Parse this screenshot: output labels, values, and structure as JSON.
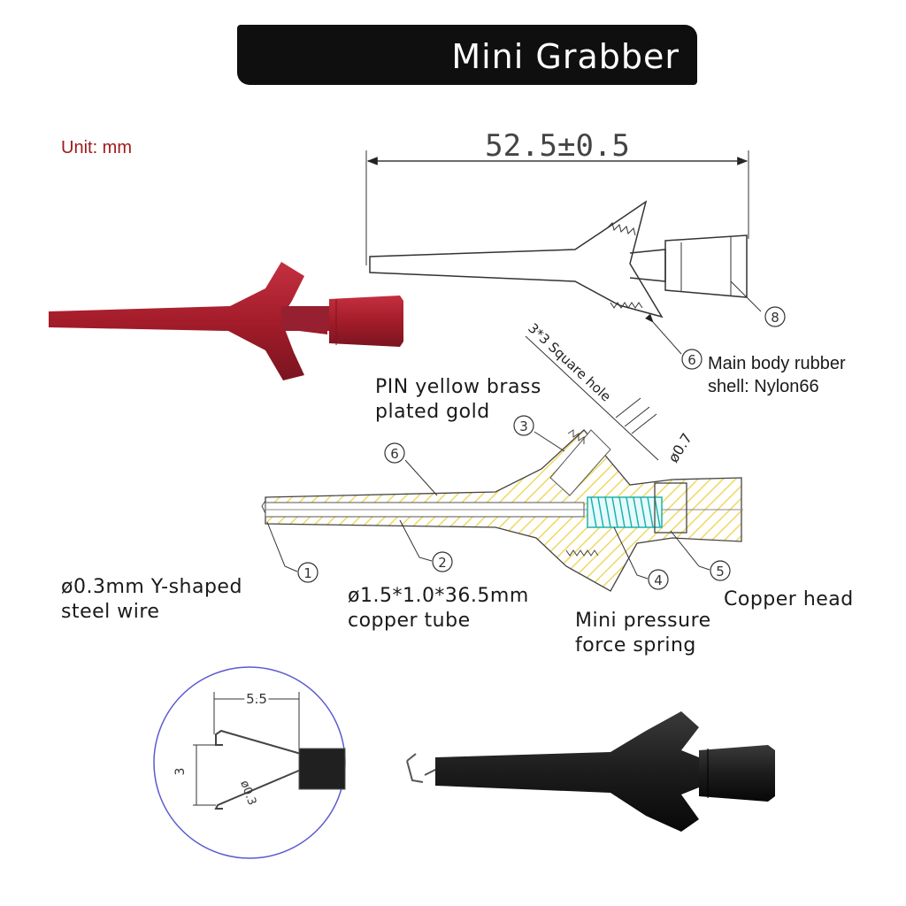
{
  "title": "Mini Grabber",
  "unit_label": "Unit: mm",
  "dimensions": {
    "overall_length": "52.5±0.5",
    "square_hole": "3*3 Square hole",
    "pin_diameter": "ø0.7",
    "hook_width": "5.5",
    "hook_height": "3",
    "wire_diameter": "ø0.3"
  },
  "callouts": {
    "c1": "1",
    "c2": "2",
    "c3": "3",
    "c4": "4",
    "c5": "5",
    "c6a": "6",
    "c6b": "6",
    "c8": "8"
  },
  "labels": {
    "main_body": "Main body rubber\nshell: Nylon66",
    "pin": "PIN yellow brass\nplated gold",
    "steel_wire": "ø0.3mm Y-shaped\nsteel wire",
    "copper_tube": "ø1.5*1.0*36.5mm\ncopper tube",
    "spring": "Mini pressure\nforce spring",
    "copper_head": "Copper head"
  },
  "colors": {
    "red_probe": "#a41c2a",
    "black_probe": "#1c1c1c",
    "spring": "#20b0b0",
    "hatch": "#f0d860",
    "detail_circle": "#5a5ad0"
  }
}
